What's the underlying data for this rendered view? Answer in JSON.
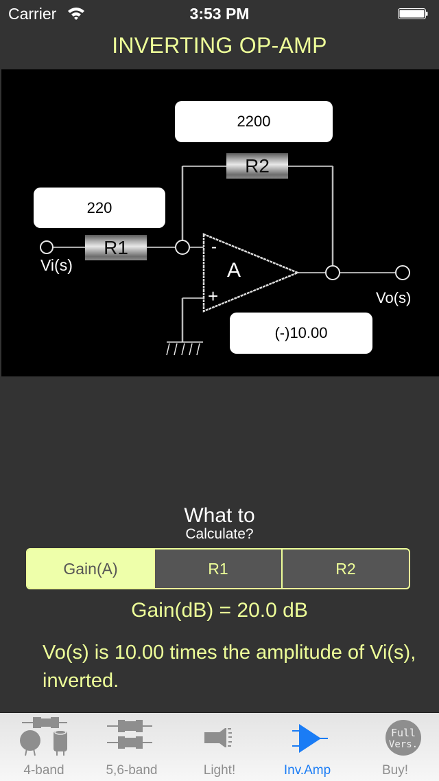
{
  "status_bar": {
    "carrier": "Carrier",
    "time": "3:53 PM",
    "wifi_icon": "wifi-icon",
    "battery_icon": "battery-icon"
  },
  "title": "INVERTING OP-AMP",
  "circuit": {
    "r2_value": "2200",
    "r1_value": "220",
    "gain_value": "(-)10.00",
    "r1_label": "R1",
    "r2_label": "R2",
    "amp_label": "A",
    "minus_label": "-",
    "plus_label": "+",
    "vi_label": "Vi(s)",
    "vo_label": "Vo(s)"
  },
  "calculate": {
    "heading_line1": "What to",
    "heading_line2": "Calculate?",
    "options": [
      "Gain(A)",
      "R1",
      "R2"
    ],
    "selected": "Gain(A)"
  },
  "result": {
    "gain_db": "Gain(dB) = 20.0 dB",
    "description": "Vo(s) is 10.00 times the amplitude of Vi(s), inverted."
  },
  "colors": {
    "accent": "#eeff99",
    "selected_segment": "#eeffaa",
    "tab_active": "#1a7cf5",
    "tab_inactive": "#8e8e8e",
    "background": "#333333"
  },
  "tabbar": {
    "items": [
      {
        "label": "4-band",
        "icon": "resistor-capacitor-icon",
        "active": false
      },
      {
        "label": "5,6-band",
        "icon": "two-resistors-icon",
        "active": false
      },
      {
        "label": "Light!",
        "icon": "flashlight-icon",
        "active": false
      },
      {
        "label": "Inv.Amp",
        "icon": "op-amp-icon",
        "active": true
      },
      {
        "label": "Buy!",
        "icon": "full-version-icon",
        "active": false
      }
    ],
    "full_version_badge_line1": "Full",
    "full_version_badge_line2": "Vers."
  }
}
